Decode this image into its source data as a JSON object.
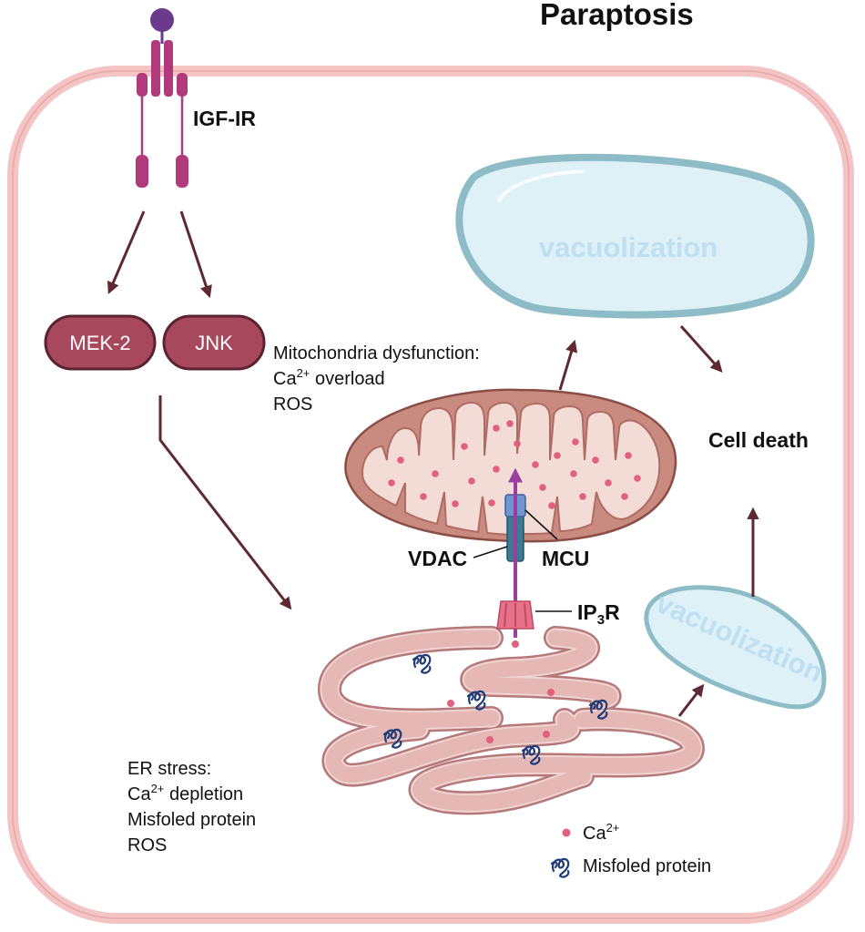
{
  "title": "Paraptosis",
  "receptor": {
    "label": "IGF-IR"
  },
  "kinases": [
    {
      "label": "MEK-2"
    },
    {
      "label": "JNK"
    }
  ],
  "mito_text": {
    "line1": "Mitochondria dysfunction:",
    "line2_prefix": "Ca",
    "line2_sup": "2+",
    "line2_suffix": " overload",
    "line3": "ROS"
  },
  "er_text": {
    "line1": "ER stress:",
    "line2_prefix": "Ca",
    "line2_sup": "2+",
    "line2_suffix": " depletion",
    "line3": "Misfoled protein",
    "line4": "ROS"
  },
  "channels": {
    "vdac": "VDAC",
    "mcu": "MCU",
    "ip3r_prefix": "IP",
    "ip3r_sub": "3",
    "ip3r_suffix": "R"
  },
  "vacuoles": {
    "large": "vacuolization",
    "small": "vacuolization"
  },
  "outcome": "Cell death",
  "legend": {
    "ca_prefix": "Ca",
    "ca_sup": "2+",
    "protein": "Misfoled protein"
  },
  "colors": {
    "cell_membrane": "#f4c3c3",
    "receptor": "#b03a7c",
    "ligand": "#6a3a8c",
    "kinase_fill": "#a8485c",
    "arrow": "#5e2a32",
    "mito_outer": "#c98b80",
    "mito_inner": "#f3dcd6",
    "calcium": "#e0607e",
    "er": "#e5b7b5",
    "vacuole_fill": "#ddf1f7",
    "vacuole_stroke": "#8dbcc6",
    "transport_arrow": "#9a3fa0",
    "vdac": "#3d7a94",
    "mcu": "#6f97cf",
    "ip3r": "#e8718a",
    "protein": "#1f3b7a"
  }
}
